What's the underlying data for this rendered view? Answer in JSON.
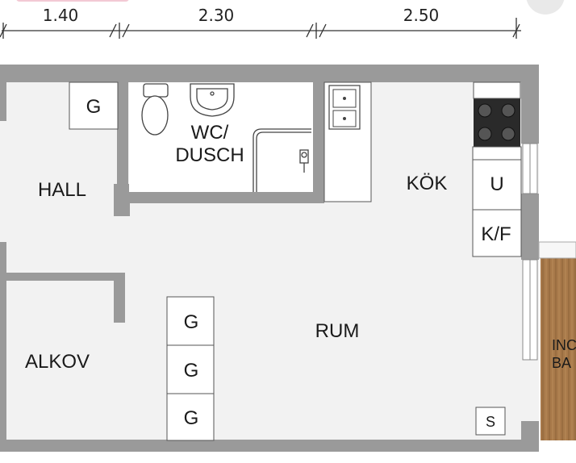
{
  "dimensions": {
    "d1": "1.40",
    "d2": "2.30",
    "d3": "2.50"
  },
  "rooms": {
    "hall": "HALL",
    "wc_line1": "WC/",
    "wc_line2": "DUSCH",
    "kok": "KÖK",
    "rum": "RUM",
    "alkov": "ALKOV",
    "balcony_line1": "INC",
    "balcony_line2": "BA"
  },
  "fixtures": {
    "wardrobe_hall": "G",
    "wardrobe_1": "G",
    "wardrobe_2": "G",
    "wardrobe_3": "G",
    "cabinet_u": "U",
    "fridge_freezer": "K/F",
    "storage_s": "S"
  },
  "colors": {
    "wall": "#9a9a9a",
    "floor": "#f2f2f2",
    "balcony": "#a8794a"
  }
}
